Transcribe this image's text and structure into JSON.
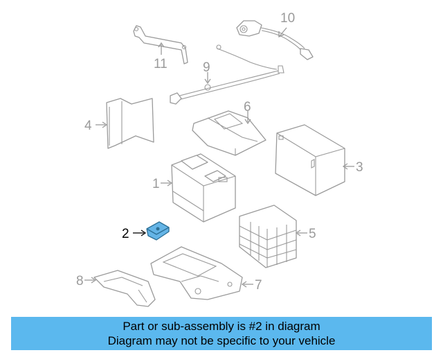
{
  "diagram": {
    "highlight_color": "#64b4e6",
    "parts": [
      {
        "number": "1",
        "highlighted": false
      },
      {
        "number": "2",
        "highlighted": true
      },
      {
        "number": "3",
        "highlighted": false
      },
      {
        "number": "4",
        "highlighted": false
      },
      {
        "number": "5",
        "highlighted": false
      },
      {
        "number": "6",
        "highlighted": false
      },
      {
        "number": "7",
        "highlighted": false
      },
      {
        "number": "8",
        "highlighted": false
      },
      {
        "number": "9",
        "highlighted": false
      },
      {
        "number": "10",
        "highlighted": false
      },
      {
        "number": "11",
        "highlighted": false
      }
    ]
  },
  "banner": {
    "background": "#5bb8ee",
    "line1": "Part or sub-assembly is #2 in diagram",
    "line2": "Diagram may not be specific to your vehicle"
  }
}
